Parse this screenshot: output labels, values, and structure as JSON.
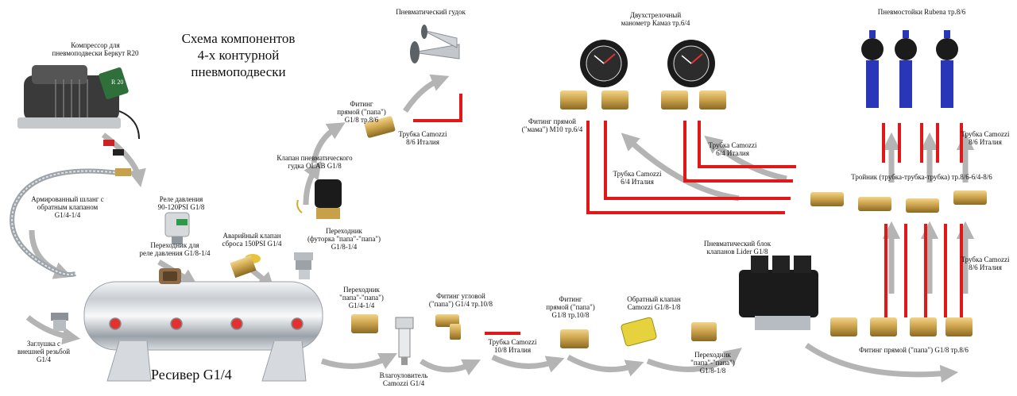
{
  "diagram": {
    "title": "Схема компонентов\n4-х контурной\nпневмоподвески",
    "receiver_label": "Ресивер G1/4",
    "components": {
      "compressor": "Компрессор для\nпневмоподвески Беркут R20",
      "hose": "Армированный шланг с\nобратным клапаном\nG1/4-1/4",
      "plug": "Заглушка с\nвнешней резьбой\nG1/4",
      "pressure_relay": "Реле давления\n90-120PSI G1/8",
      "relay_adapter": "Переходник для\nреле давления G1/8-1/4",
      "safety_valve": "Аварийный клапан\nсброса 150PSI G1/4",
      "adapter_bushing": "Переходник\n(футорка \"папа\"-\"папа\")\nG1/8-1/4",
      "horn_valve": "Клапан пневматического\nгудка OLAB G1/8",
      "fitting_horn": "Фитинг\nпрямой (\"папа\")\nG1/8 тр.8/6",
      "horn": "Пневматический гудок",
      "tube_horn": "Трубка Camozzi\n8/6 Италия",
      "gauge": "Двухстрелочный\nманометр Камаз тр.6/4",
      "fitting_gauge": "Фитинг прямой\n(\"мама\") М10 тр.6/4",
      "tube_gauge_a": "Трубка Camozzi\n6/4 Италия",
      "tube_gauge_b": "Трубка Camozzi\n6/4 Италия",
      "struts": "Пневмостойки Rubena тр.8/6",
      "tube_struts_top": "Трубка Camozzi\n8/6 Италия",
      "tee": "Тройник (трубка-трубка-трубка) тр.8/6-6/4-8/6",
      "tube_struts_mid": "Трубка Camozzi\n8/6 Италия",
      "valve_block": "Пневматический блок\nклапанов Lider G1/8",
      "adapter_receiver": "Переходник\n\"папа\"-\"папа\")\nG1/4-1/4",
      "fitting_angle": "Фитинг угловой\n(\"папа\") G1/4 тр.10/8",
      "water_separator": "Влагоуловитель\nCamozzi G1/4",
      "tube_main": "Трубка Camozzi\n10/8 Италия",
      "fitting_main": "Фитинг\nпрямой (\"папа\")\nG1/8 тр.10/8",
      "check_valve": "Обратный клапан\nCamozzi G1/8-1/8",
      "adapter_block": "Переходник\n\"папа\"-\"папа\")\nG1/8-1/8",
      "fitting_block": "Фитинг прямой (\"папа\") G1/8 тр.8/6"
    },
    "badge": "R 20"
  },
  "colors": {
    "tube_red": "#e01818",
    "arrow_gray": "#b4b4b4",
    "brass": "#c9a04a",
    "dark": "#1b1b1b",
    "steel": "#bfc4c8",
    "strut_blue": "#2a36b8"
  }
}
